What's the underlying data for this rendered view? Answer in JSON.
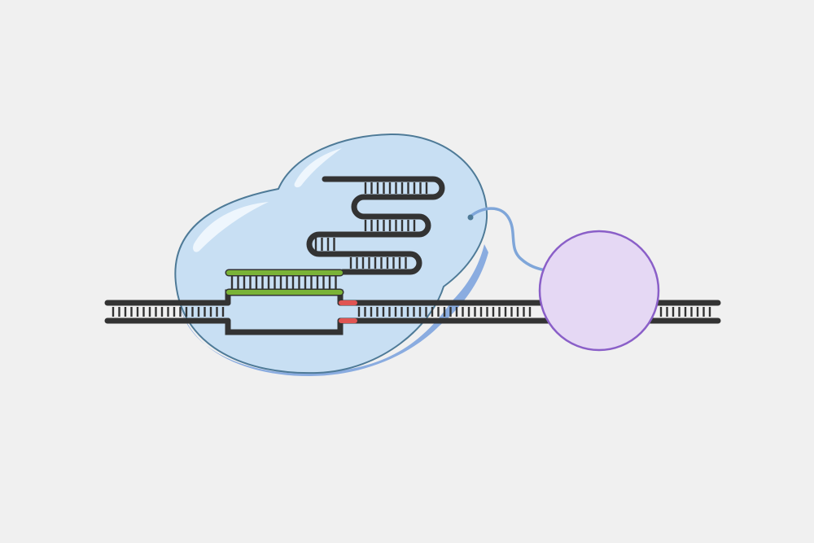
{
  "diagram": {
    "title": "",
    "components": [
      {
        "id": "dna-duplex",
        "label": "",
        "icon": "dna-double-helix"
      },
      {
        "id": "cas-protein",
        "label": "",
        "icon": "protein-blob"
      },
      {
        "id": "guide-rna",
        "label": "",
        "icon": "rna-hairpins"
      },
      {
        "id": "guide-spacer",
        "label": "",
        "icon": "spacer-target-match"
      },
      {
        "id": "pam-site",
        "label": "",
        "icon": "pam-marks"
      },
      {
        "id": "linker",
        "label": "",
        "icon": "flexible-linker"
      },
      {
        "id": "fused-effector",
        "label": "",
        "icon": "effector-domain"
      }
    ]
  },
  "colors": {
    "background": "#f0f0f0",
    "dna": "#333333",
    "protein_fill": "#c8dff3",
    "protein_shadow": "#8aace0",
    "protein_stroke": "#4e7a97",
    "protein_highlight": "#eef6fd",
    "spacer": "#7ab337",
    "pam": "#e05553",
    "linker": "#7fa6d9",
    "effector_fill": "#e5d8f4",
    "effector_stroke": "#8a5fc8"
  }
}
